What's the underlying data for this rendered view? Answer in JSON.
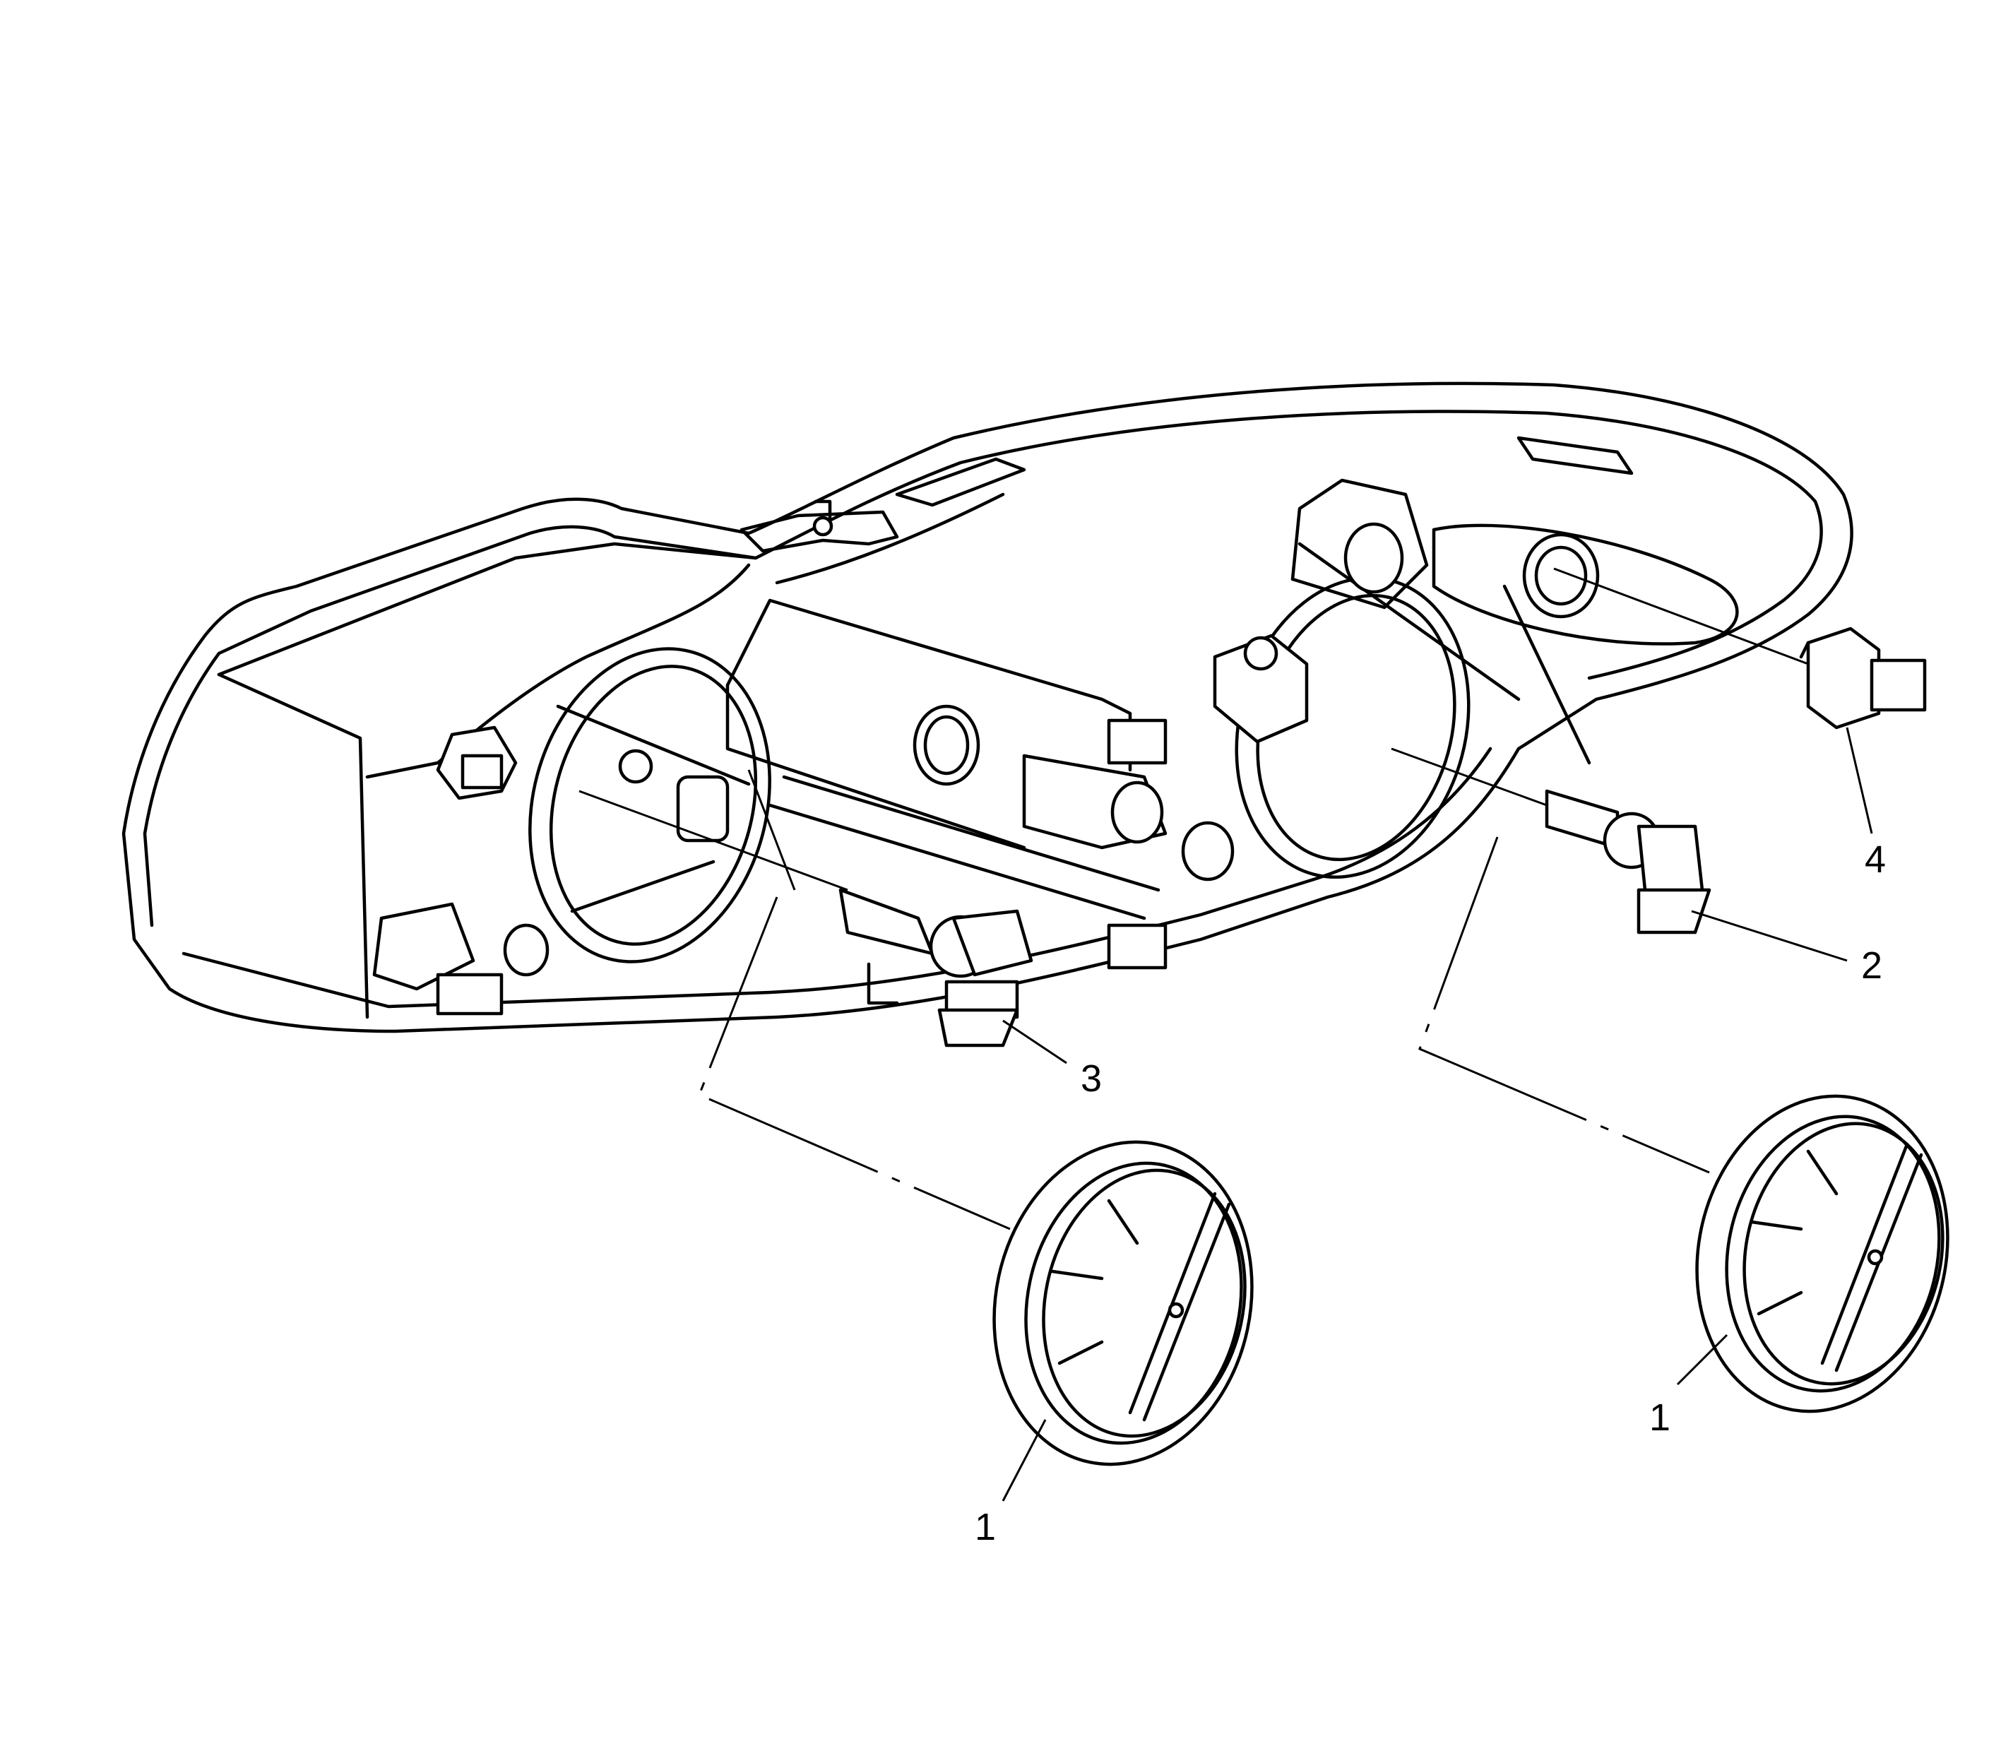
{
  "callouts": {
    "c1a": "1",
    "c1b": "1",
    "c2": "2",
    "c3": "3",
    "c4": "4"
  },
  "colors": {
    "line": "#000000",
    "background": "#ffffff"
  }
}
